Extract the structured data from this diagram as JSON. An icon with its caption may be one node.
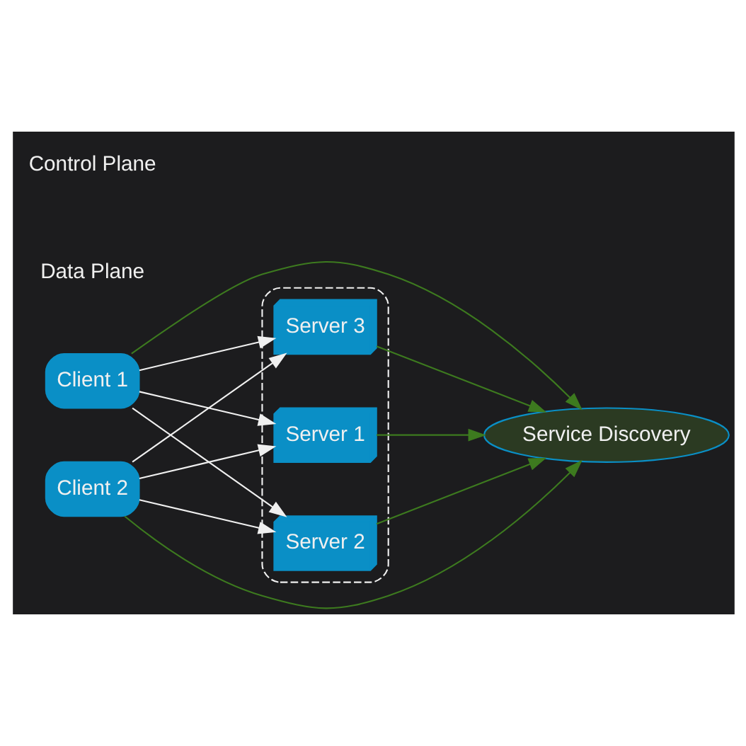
{
  "diagram": {
    "nodes": [
      {
        "text": [
          "Client 1"
        ]
      },
      {
        "text": [
          "Client 2"
        ]
      },
      {
        "text": [],
        "shape": "box"
      },
      {
        "text": [
          "Server 1"
        ],
        "in": 2
      },
      {
        "text": [
          "Server 2"
        ],
        "in": 2
      },
      {
        "text": [
          "Server 3"
        ],
        "in": 2
      },
      {
        "text": [
          "Service Discovery"
        ]
      }
    ],
    "edges": [
      {
        "from": 0,
        "to": 3,
        "arrow": "to"
      },
      {
        "from": 0,
        "to": 4,
        "arrow": "to"
      },
      {
        "from": 0,
        "to": 5,
        "arrow": "to"
      },
      {
        "from": 1,
        "to": 3,
        "arrow": "to"
      },
      {
        "from": 1,
        "to": 4,
        "arrow": "to"
      },
      {
        "from": 1,
        "to": 5,
        "arrow": "to"
      },
      {
        "from": 0,
        "to": 6,
        "arrow": "to",
        "color": "#3d7a1f"
      },
      {
        "from": 1,
        "to": 6,
        "arrow": "to",
        "color": "#3d7a1f"
      },
      {
        "from": 3,
        "to": 6,
        "arrow": "to",
        "color": "#3d7a1f"
      },
      {
        "from": 4,
        "to": 6,
        "arrow": "to",
        "color": "#3d7a1f"
      },
      {
        "from": 5,
        "to": 6,
        "arrow": "to",
        "color": "#3d7a1f"
      }
    ],
    "labels": [
      "Data Plane",
      "Control Plane"
    ]
  }
}
